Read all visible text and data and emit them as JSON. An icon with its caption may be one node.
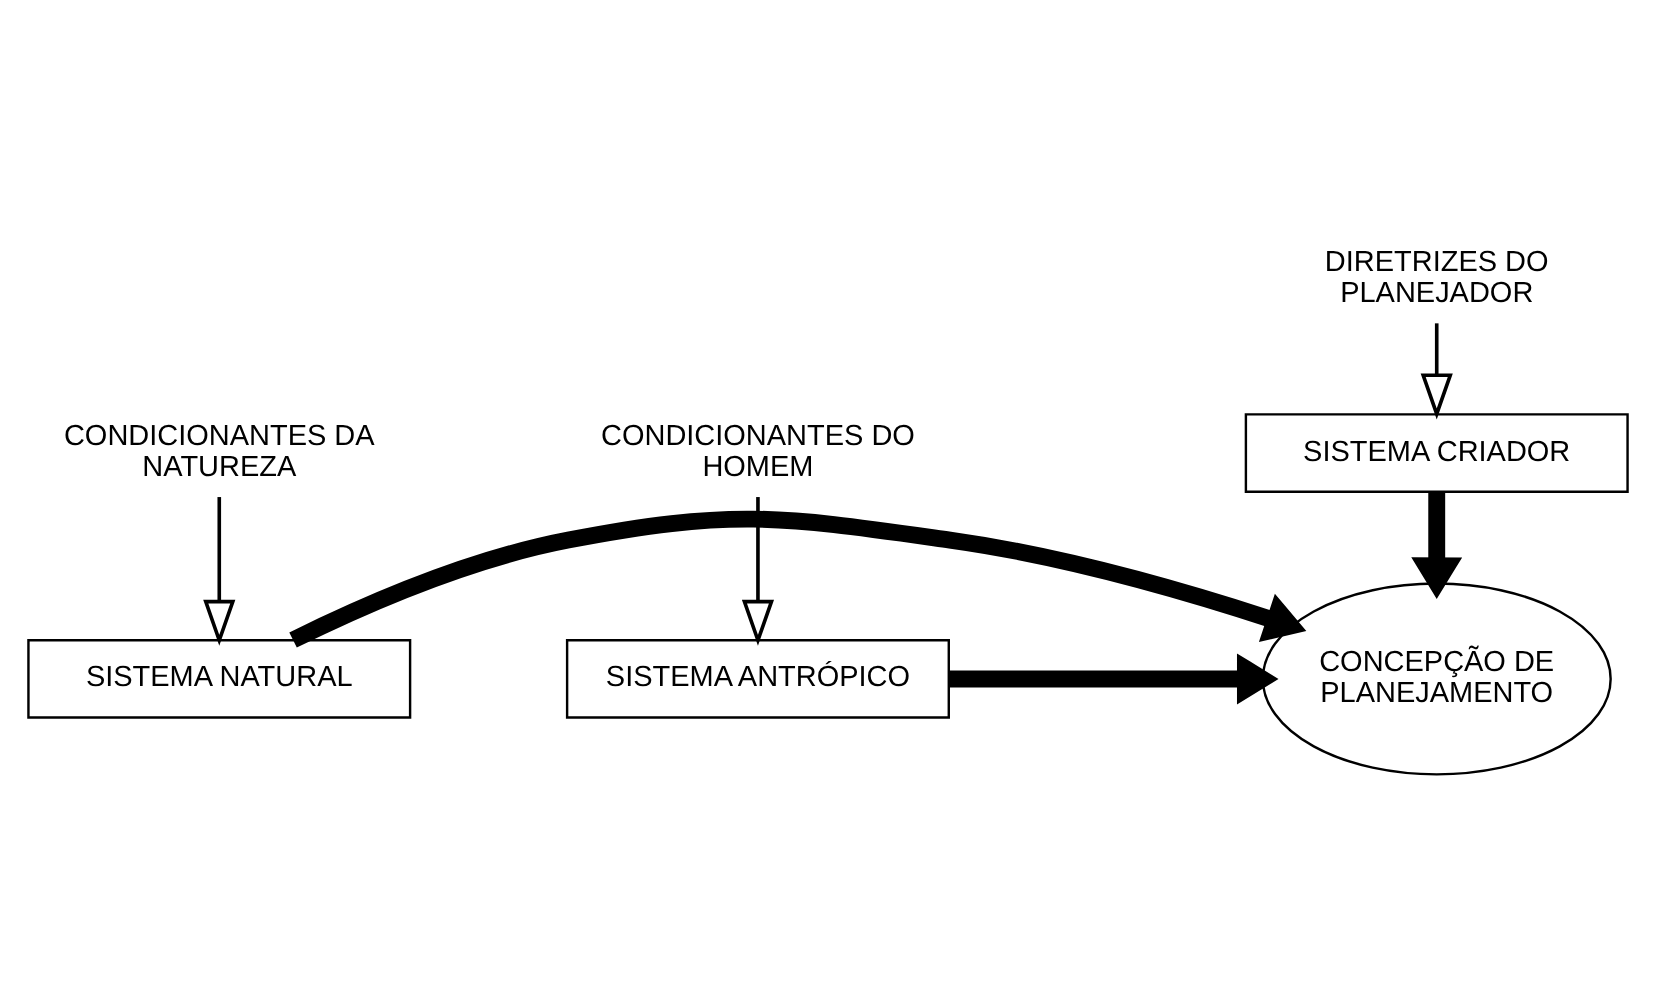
{
  "diagram": {
    "nodes": [
      {
        "text": [
          "DIRETRIZES DO PLANEJADOR"
        ]
      },
      {
        "text": [
          "SISTEMA CRIADOR"
        ]
      },
      {
        "text": [
          "SISTEMA NATURAL"
        ]
      },
      {
        "text": [
          "CONCEPÇÃO DE PLANEJAMENTO"
        ]
      },
      {
        "text": [
          "SISTEMA ANTRÓPICO"
        ]
      },
      {
        "text": [
          "CONDICIONANTES DA NATUREZA"
        ]
      },
      {
        "text": [
          "CONDICIONANTES DO HOMEM"
        ]
      }
    ],
    "edges": [
      {
        "from": 0,
        "to": 1,
        "arrow": "to"
      },
      {
        "from": 1,
        "to": 3,
        "arrow": "to",
        "style": "thick"
      },
      {
        "from": 2,
        "to": 3,
        "arrow": "to",
        "style": "thick"
      },
      {
        "from": 4,
        "to": 3,
        "arrow": "to",
        "style": "thick"
      },
      {
        "from": 5,
        "to": 2,
        "arrow": "to"
      },
      {
        "from": 6,
        "to": 4,
        "arrow": "to"
      }
    ]
  }
}
